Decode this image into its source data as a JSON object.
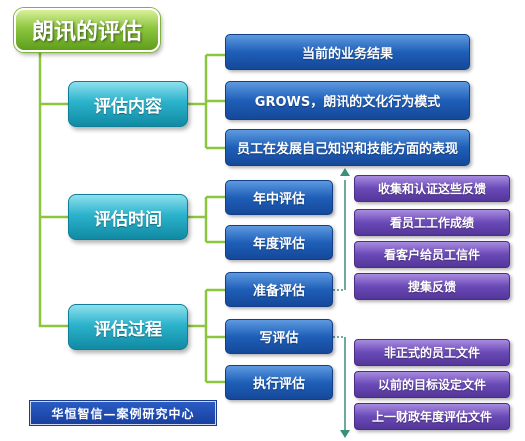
{
  "title": "朗讯的评估",
  "categories": [
    {
      "label": "评估内容",
      "items": [
        "当前的业务结果",
        "GROWS，朗讯的文化行为模式",
        "员工在发展自己知识和技能方面的表现"
      ]
    },
    {
      "label": "评估时间",
      "items": [
        "年中评估",
        "年度评估"
      ]
    },
    {
      "label": "评估过程",
      "items": [
        "准备评估",
        "写评估",
        "执行评估"
      ]
    }
  ],
  "prepare_details": [
    "收集和认证这些反馈",
    "看员工工作成绩",
    "看客户给员工信件",
    "搜集反馈"
  ],
  "write_details": [
    "非正式的员工文件",
    "以前的目标设定文件",
    "上一财政年度评估文件"
  ],
  "footer": "华恒智信—案例研究中心",
  "colors": {
    "title_green": "#8dc63f",
    "category_teal": "#2cb3cc",
    "item_blue": "#1f5fb8",
    "detail_purple": "#6a49b6",
    "connector_green": "#8cc63f"
  }
}
